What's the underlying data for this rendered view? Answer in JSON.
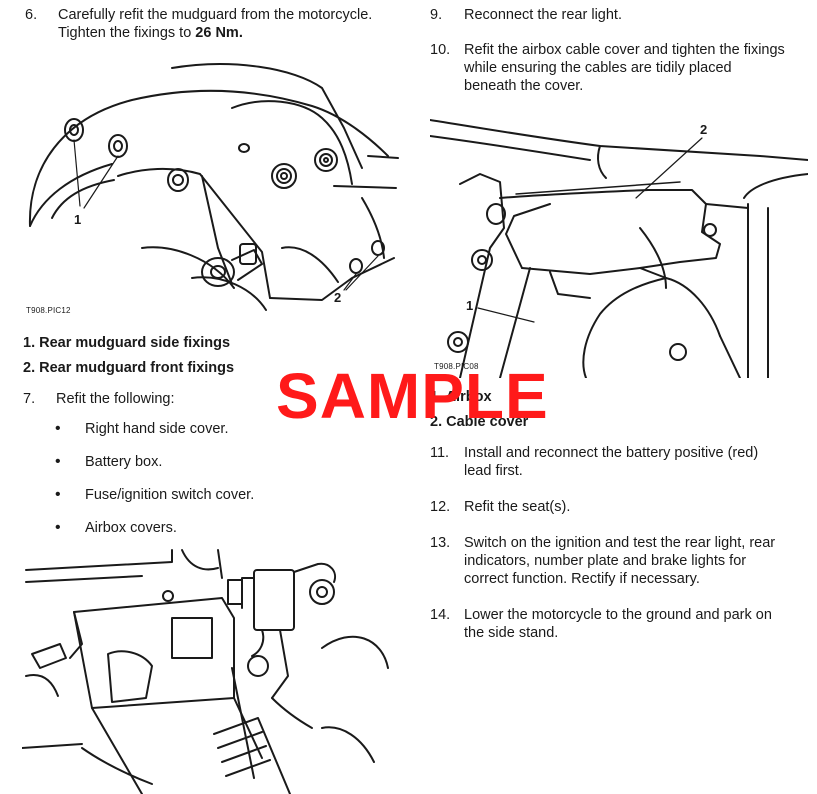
{
  "left": {
    "step6": {
      "number": "6.",
      "line1": "Carefully refit the mudguard from the motorcycle.",
      "line2_prefix": "Tighten the fixings to ",
      "torque": "26 Nm."
    },
    "figure1": {
      "callout_1": "1",
      "callout_2": "2",
      "ref": "T908.PIC12"
    },
    "captions": [
      "1. Rear mudguard side fixings",
      "2. Rear mudguard front fixings"
    ],
    "step7": {
      "number": "7.",
      "text": "Refit the following:",
      "bullets": [
        "Right hand side cover.",
        "Battery box.",
        "Fuse/ignition switch cover.",
        "Airbox covers."
      ]
    }
  },
  "right": {
    "step9": {
      "number": "9.",
      "text": "Reconnect the rear light."
    },
    "step10": {
      "number": "10.",
      "lines": [
        "Refit the airbox cable cover and tighten the fixings",
        "while ensuring the cables are tidily placed",
        "beneath the cover."
      ]
    },
    "figure2": {
      "callout_1": "1",
      "callout_2": "2",
      "ref": "T908.PIC08"
    },
    "captions": [
      "1. Airbox",
      "2. Cable cover"
    ],
    "step11": {
      "number": "11.",
      "lines": [
        "Install and reconnect the battery positive (red)",
        "lead first."
      ]
    },
    "step12": {
      "number": "12.",
      "text": "Refit the seat(s)."
    },
    "step13": {
      "number": "13.",
      "lines": [
        "Switch on the ignition and test the rear light, rear",
        "indicators, number plate and brake lights for",
        "correct function.  Rectify if necessary."
      ]
    },
    "step14": {
      "number": "14.",
      "lines": [
        "Lower the motorcycle to the ground and park on",
        "the side stand."
      ]
    }
  },
  "watermark": {
    "text": "SAMPLE",
    "color": "#ff1a1a"
  }
}
